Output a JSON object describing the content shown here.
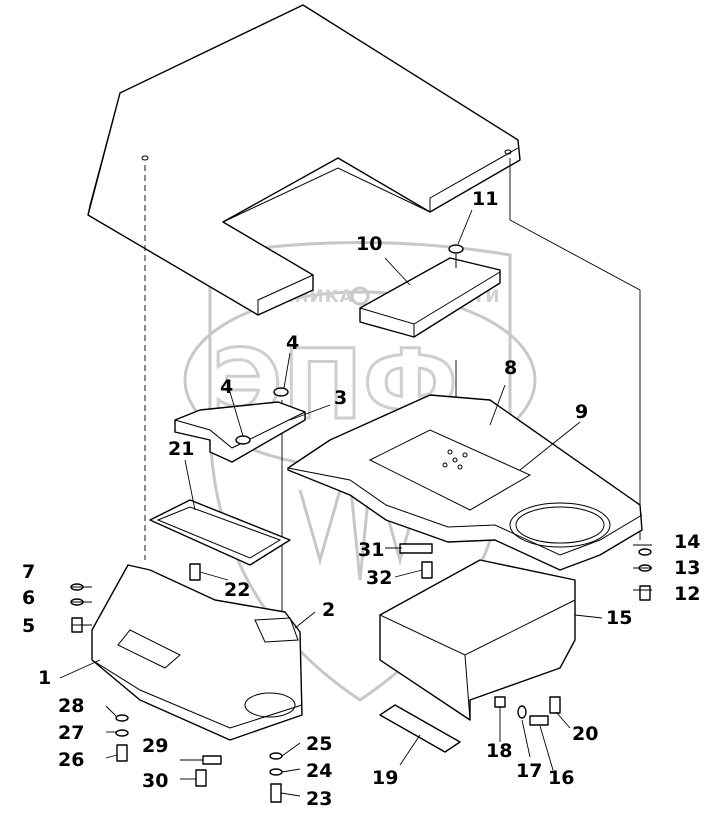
{
  "watermark": {
    "text_left": "ТЕХНИКА",
    "text_right": "ЗАПЧАСТИ",
    "logo_letters": "ЭПФ"
  },
  "callouts": {
    "c1": "1",
    "c2": "2",
    "c3": "3",
    "c4a": "4",
    "c4b": "4",
    "c5": "5",
    "c6": "6",
    "c7": "7",
    "c8": "8",
    "c9": "9",
    "c10": "10",
    "c11": "11",
    "c12": "12",
    "c13": "13",
    "c14": "14",
    "c15": "15",
    "c16": "16",
    "c17": "17",
    "c18": "18",
    "c19": "19",
    "c20": "20",
    "c21": "21",
    "c22": "22",
    "c23": "23",
    "c24": "24",
    "c25": "25",
    "c26": "26",
    "c27": "27",
    "c28": "28",
    "c29": "29",
    "c30": "30",
    "c31": "31",
    "c32": "32"
  }
}
